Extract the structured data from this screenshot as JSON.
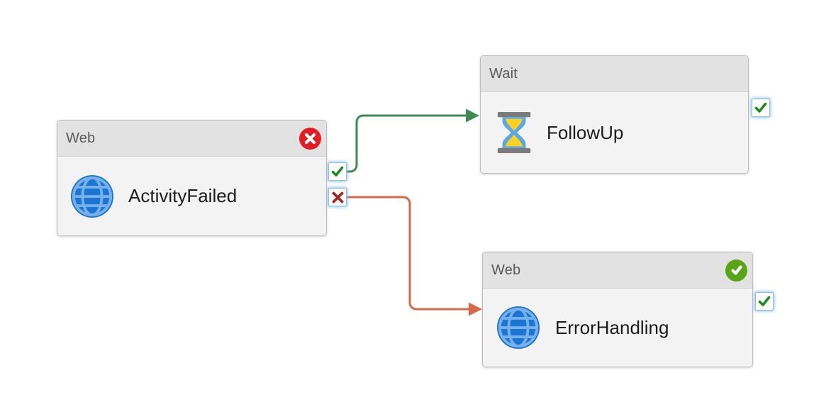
{
  "nodes": [
    {
      "id": "activityfailed",
      "type": "Web",
      "label": "ActivityFailed",
      "icon": "globe",
      "status": "failed",
      "ports": [
        "success",
        "failure"
      ]
    },
    {
      "id": "followup",
      "type": "Wait",
      "label": "FollowUp",
      "icon": "hourglass",
      "status": "none",
      "ports": [
        "success"
      ]
    },
    {
      "id": "errorhandling",
      "type": "Web",
      "label": "ErrorHandling",
      "icon": "globe",
      "status": "succeeded",
      "ports": [
        "success"
      ]
    }
  ],
  "connectors": [
    {
      "from": "ActivityFailed.success",
      "to": "FollowUp",
      "kind": "success",
      "color": "#3e8b50"
    },
    {
      "from": "ActivityFailed.failure",
      "to": "ErrorHandling",
      "kind": "failure",
      "color": "#d66a48"
    }
  ],
  "colors": {
    "link_success": "#3e8b50",
    "link_failure": "#d66a48",
    "port_check": "#1b8b1b",
    "port_cross": "#a02a23",
    "badge_failed": "#e41c23",
    "badge_succeeded": "#58a615",
    "globe_blue": "#1a76d2",
    "globe_lines": "#78b1ea",
    "hourglass_blue": "#58a7e8",
    "hourglass_sand": "#fdd11f",
    "hourglass_caps": "#7b7b7b",
    "node_header_bg": "#e2e2e2",
    "node_body_bg": "#f3f3f3"
  }
}
